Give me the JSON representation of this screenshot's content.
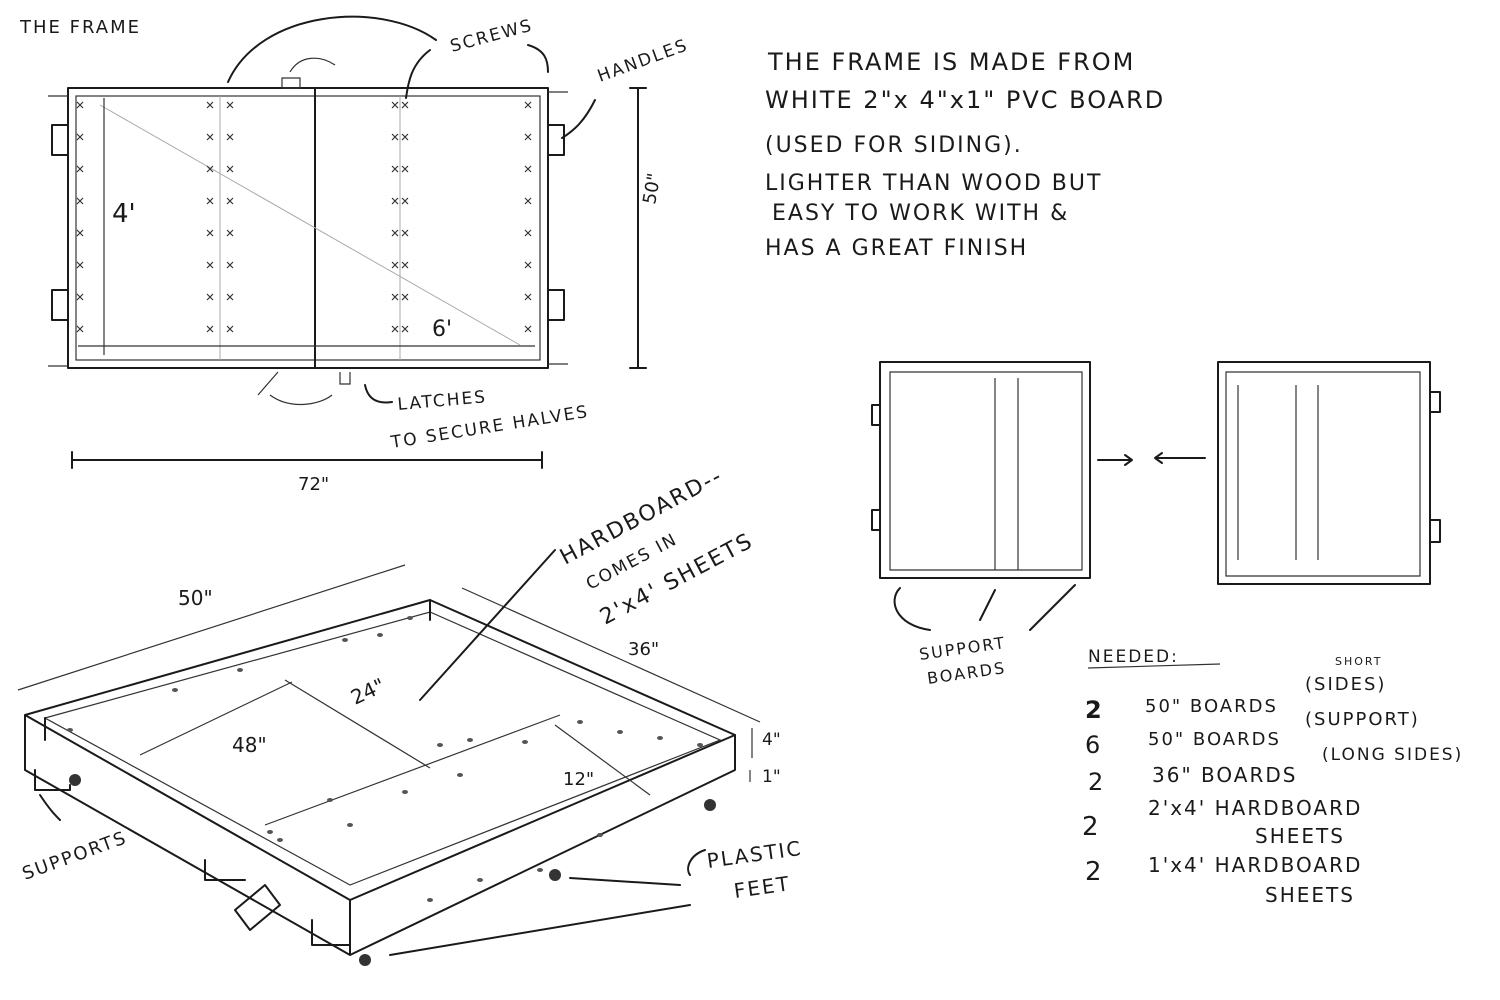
{
  "top_view": {
    "title": "THE FRAME",
    "screws_label": "SCREWS",
    "handles_label": "HANDLES",
    "height_dim": "50\"",
    "inner_height_dim": "4'",
    "inner_width_dim": "6'",
    "latches_label_1": "LATCHES",
    "latches_label_2": "TO SECURE HALVES",
    "width_dim": "72\""
  },
  "notes": {
    "lines": [
      "THE FRAME IS MADE FROM",
      "WHITE 2\"x 4\"x1\" PVC BOARD",
      "(USED FOR SIDING).",
      "LIGHTER THAN WOOD BUT",
      "EASY TO WORK WITH &",
      "HAS A GREAT FINISH"
    ]
  },
  "iso_view": {
    "hardboard_1": "HARDBOARD--",
    "hardboard_2": "COMES IN",
    "hardboard_3": "2'x4' SHEETS",
    "length_dim": "36\"",
    "width_dim": "50\"",
    "dim_24": "24\"",
    "dim_48": "48\"",
    "dim_12": "12\"",
    "dim_4": "4\"",
    "dim_1": "1\"",
    "supports_label": "SUPPORTS",
    "feet_label_1": "PLASTIC",
    "feet_label_2": "FEET"
  },
  "side_views": {
    "support_label_1": "SUPPORT",
    "support_label_2": "BOARDS"
  },
  "needed": {
    "title": "NEEDED:",
    "items": [
      {
        "qty": "2",
        "desc": "50\" BOARDS",
        "note": "(SIDES)",
        "note_top": "SHORT"
      },
      {
        "qty": "6",
        "desc": "50\" BOARDS",
        "note": "(SUPPORT)"
      },
      {
        "qty": "2",
        "desc": "36\" BOARDS",
        "note": "(LONG SIDES)"
      },
      {
        "qty": "2",
        "desc": "2'x4' HARDBOARD",
        "desc2": "SHEETS"
      },
      {
        "qty": "2",
        "desc": "1'x4' HARDBOARD",
        "desc2": "SHEETS"
      }
    ]
  }
}
